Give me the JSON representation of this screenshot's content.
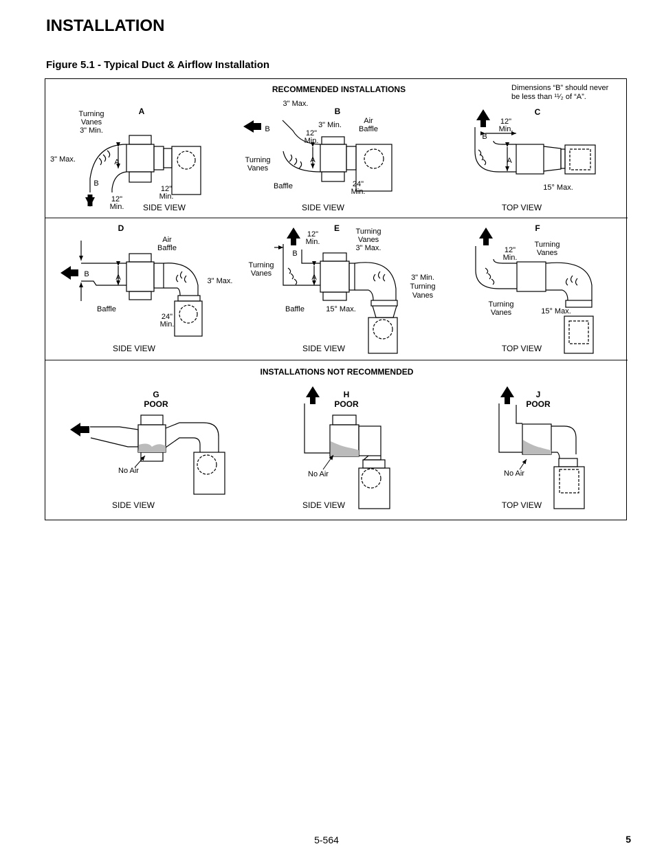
{
  "page": {
    "heading": "INSTALLATION",
    "figure_title": "Figure 5.1 - Typical Duct & Airflow Installation",
    "footer_code": "5-564",
    "page_number": "5"
  },
  "recommended": {
    "title": "RECOMMENDED INSTALLATIONS",
    "note_line1": "Dimensions “B” should never",
    "note_line2": "be less than ¹¹⁄₂ of “A”."
  },
  "not_recommended": {
    "title": "INSTALLATIONS NOT RECOMMENDED"
  },
  "panels": {
    "A": {
      "letter": "A",
      "view": "SIDE VIEW",
      "labels": {
        "vanes1": "Turning",
        "vanes2": "Vanes",
        "vanes3": "3\" Min.",
        "max3": "3\" Max.",
        "dimA": "A",
        "dimB": "B",
        "min12a": "12\"",
        "min12b": "Min.",
        "min12c": "12\"",
        "min12d": "Min."
      }
    },
    "B": {
      "letter": "B",
      "view": "SIDE VIEW",
      "labels": {
        "max3": "3\" Max.",
        "min3": "3\" Min.",
        "air1": "Air",
        "air2": "Baffle",
        "min12a": "12\"",
        "min12b": "Min.",
        "dimB": "B",
        "dimA": "A",
        "vanes1": "Turning",
        "vanes2": "Vanes",
        "baffle": "Baffle",
        "min24a": "24\"",
        "min24b": "Min."
      }
    },
    "C": {
      "letter": "C",
      "view": "TOP VIEW",
      "labels": {
        "min12a": "12\"",
        "min12b": "Min.",
        "dimB": "B",
        "dimA": "A",
        "max15": "15° Max."
      }
    },
    "D": {
      "letter": "D",
      "view": "SIDE VIEW",
      "labels": {
        "air1": "Air",
        "air2": "Baffle",
        "dimB": "B",
        "dimA": "A",
        "max3": "3\" Max.",
        "baffle": "Baffle",
        "min24a": "24\"",
        "min24b": "Min."
      }
    },
    "E": {
      "letter": "E",
      "view": "SIDE VIEW",
      "labels": {
        "min12a": "12\"",
        "min12b": "Min.",
        "vanes1": "Turning",
        "vanes2": "Vanes",
        "vanes3": "3\" Max.",
        "lvanes1": "Turning",
        "lvanes2": "Vanes",
        "dimB": "B",
        "dimA": "A",
        "min3a": "3\" Min.",
        "min3b": "Turning",
        "min3c": "Vanes",
        "baffle": "Baffle",
        "max15": "15° Max."
      }
    },
    "F": {
      "letter": "F",
      "view": "TOP VIEW",
      "labels": {
        "min12a": "12\"",
        "min12b": "Min.",
        "vanes1": "Turning",
        "vanes2": "Vanes",
        "lvanes1": "Turning",
        "lvanes2": "Vanes",
        "max15": "15° Max."
      }
    },
    "G": {
      "letter": "G",
      "rating": "POOR",
      "view": "SIDE VIEW",
      "noair": "No Air"
    },
    "H": {
      "letter": "H",
      "rating": "POOR",
      "view": "SIDE VIEW",
      "noair": "No Air"
    },
    "J": {
      "letter": "J",
      "rating": "POOR",
      "view": "TOP VIEW",
      "noair": "No Air"
    }
  }
}
